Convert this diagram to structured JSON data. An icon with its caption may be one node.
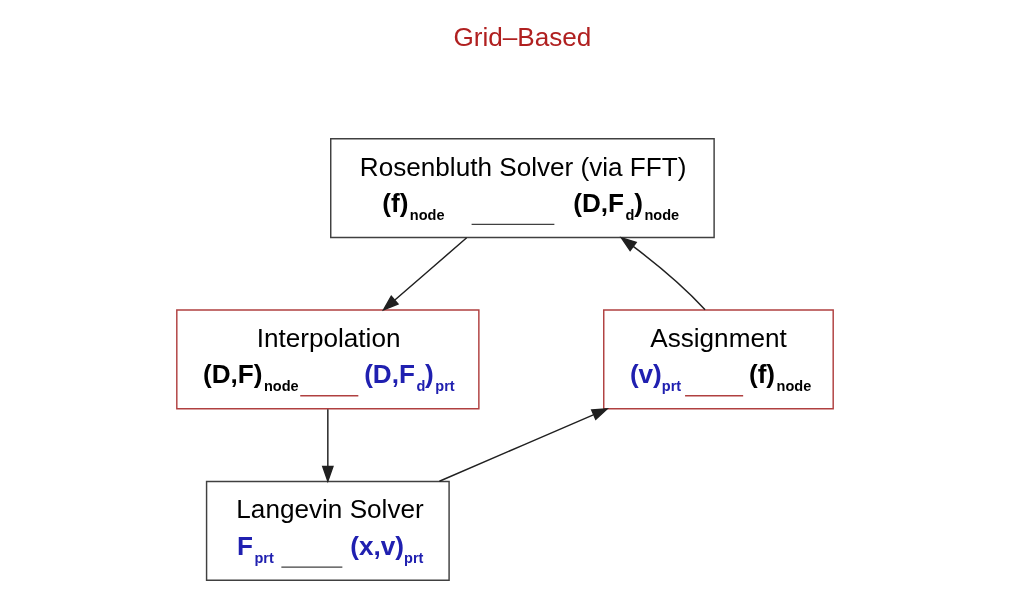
{
  "diagram": {
    "nodes": [
      {
        "text": [
          "Rosenbluth Solver (via FFT)",
          "(f)$_{node}$",
          "(D,F$_{d}$)$_{node}$"
        ]
      },
      {
        "text": [
          "Interpolation",
          "(D,F)$_{node}$",
          "(D,F$_{d}$)$_{prt}$"
        ]
      },
      {
        "text": [
          "Assignment",
          "(v)$_{prt}$",
          "(f)$_{node}$"
        ]
      },
      {
        "text": [
          "Langevin Solver",
          "F$_{prt}$",
          "(x,v)$_{prt}$"
        ]
      }
    ],
    "edges": [
      {
        "from": 0,
        "to": 1,
        "arrow": "to"
      },
      {
        "from": 1,
        "to": 3,
        "arrow": "to"
      },
      {
        "from": 3,
        "to": 2,
        "arrow": "to"
      },
      {
        "from": 2,
        "to": 0,
        "arrow": "to"
      }
    ],
    "labels": [
      "Grid–Based"
    ]
  }
}
